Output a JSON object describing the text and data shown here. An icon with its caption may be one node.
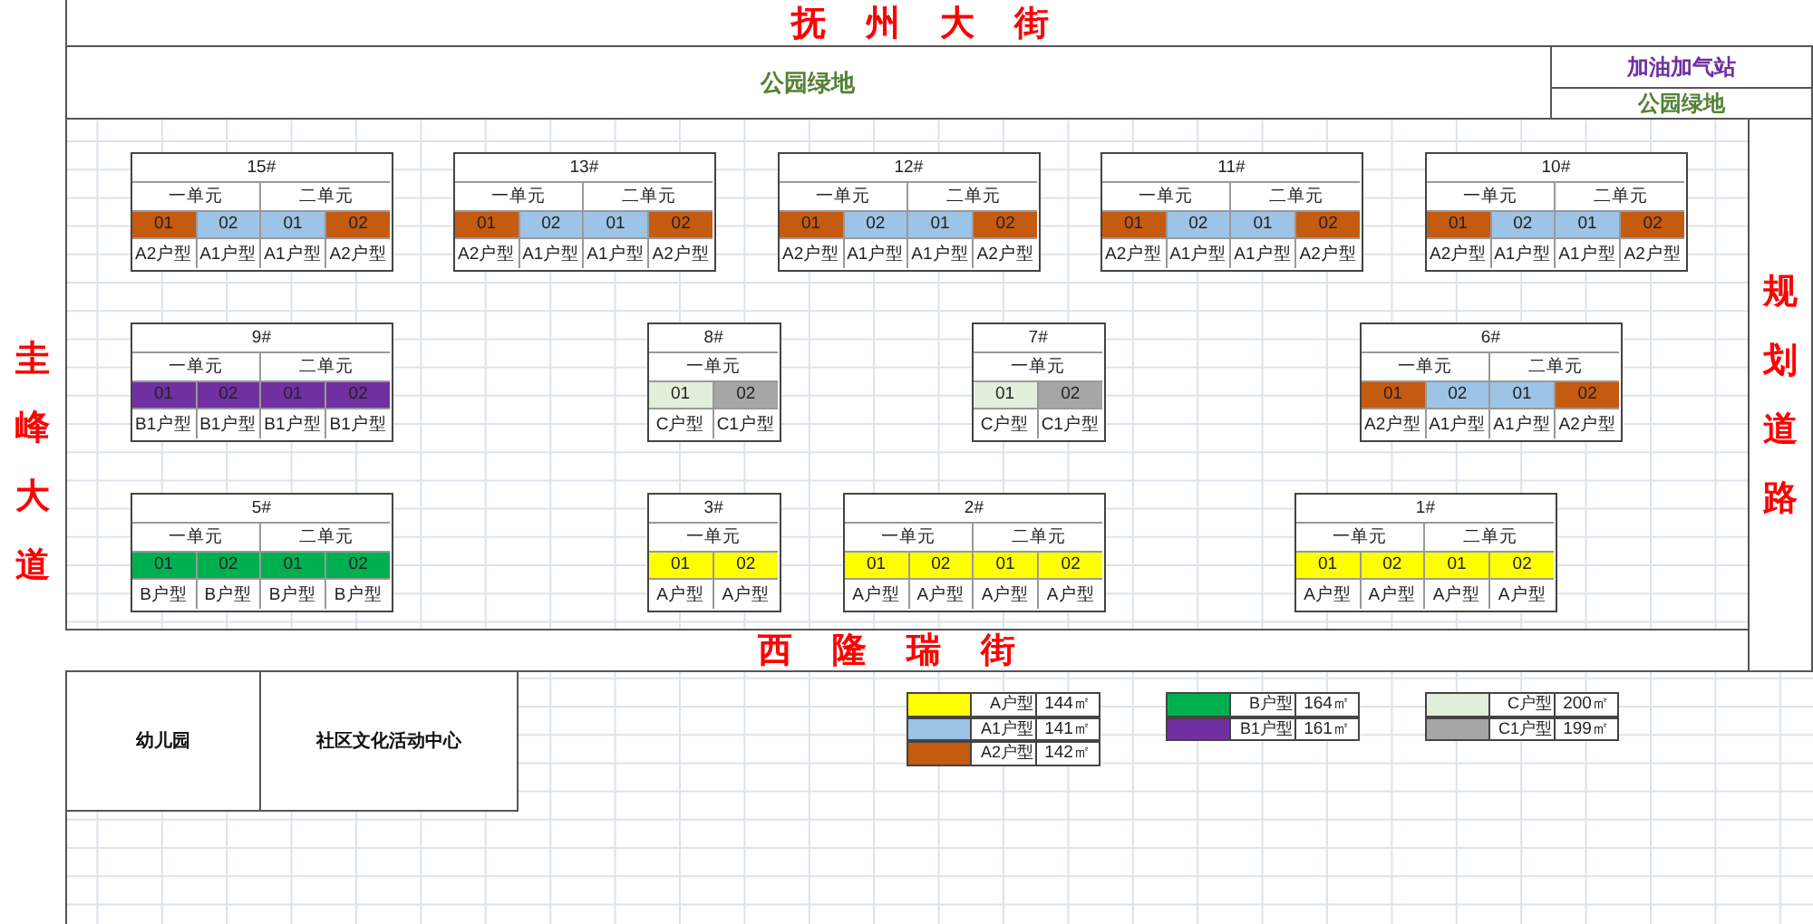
{
  "diagram": {
    "nodes": [
      {
        "text": [
          "抚州大街"
        ]
      },
      {
        "text": [
          "公园绿地"
        ]
      },
      {
        "text": [
          "加油加气站"
        ]
      },
      {
        "text": [
          "公园绿地"
        ]
      },
      {
        "text": [
          "圭峰大道"
        ]
      },
      {
        "text": [
          "15#",
          "一单元",
          "二单元",
          "01",
          "02",
          "01",
          "02",
          "A2户型",
          "A1户型",
          "A1户型",
          "A2户型"
        ]
      },
      {
        "text": [
          "13#",
          "一单元",
          "二单元",
          "01",
          "02",
          "01",
          "02",
          "A2户型",
          "A1户型",
          "A1户型",
          "A2户型"
        ]
      },
      {
        "text": [
          "12#",
          "一单元",
          "二单元",
          "01",
          "02",
          "01",
          "02",
          "A2户型",
          "A1户型",
          "A1户型",
          "A2户型"
        ]
      },
      {
        "text": [
          "11#",
          "一单元",
          "二单元",
          "01",
          "02",
          "01",
          "02",
          "A2户型",
          "A1户型",
          "A1户型",
          "A2户型"
        ]
      },
      {
        "text": [
          "10#",
          "一单元",
          "二单元",
          "01",
          "02",
          "01",
          "02",
          "A2户型",
          "A1户型",
          "A1户型",
          "A2户型"
        ]
      },
      {
        "text": [
          "规划道路"
        ]
      },
      {
        "text": [
          "9#",
          "一单元",
          "二单元",
          "01",
          "02",
          "01",
          "02",
          "B1户型",
          "B1户型",
          "B1户型",
          "B1户型"
        ]
      },
      {
        "text": [
          "8#",
          "一单元",
          "01",
          "02",
          "C户型",
          "C1户型"
        ]
      },
      {
        "text": [
          "7#",
          "一单元",
          "01",
          "02",
          "C户型",
          "C1户型"
        ]
      },
      {
        "text": [
          "6#",
          "一单元",
          "二单元",
          "01",
          "02",
          "01",
          "02",
          "A2户型",
          "A1户型",
          "A1户型",
          "A2户型"
        ]
      },
      {
        "text": [
          "5#",
          "一单元",
          "二单元",
          "01",
          "02",
          "01",
          "02",
          "B户型",
          "B户型",
          "B户型",
          "B户型"
        ]
      },
      {
        "text": [
          "3#",
          "一单元",
          "01",
          "02",
          "A户型",
          "A户型"
        ]
      },
      {
        "text": [
          "2#",
          "一单元",
          "二单元",
          "01",
          "02",
          "01",
          "02",
          "A户型",
          "A户型",
          "A户型",
          "A户型"
        ]
      },
      {
        "text": [
          "1#",
          "一单元",
          "二单元",
          "01",
          "02",
          "01",
          "02",
          "A户型",
          "A户型",
          "A户型",
          "A户型"
        ]
      },
      {
        "text": [
          "西隆瑞街"
        ]
      },
      {
        "text": [
          "幼儿园"
        ]
      },
      {
        "text": [
          "社区文化活动中心"
        ]
      }
    ],
    "labels": [
      "144㎡",
      "141㎡",
      "142㎡",
      "164㎡",
      "161㎡",
      "200㎡",
      "199㎡"
    ],
    "legend": [
      {
        "text": "A户型",
        "color": "#ffff00"
      },
      {
        "text": "A1户型",
        "color": "#9dc3e6"
      },
      {
        "text": "A2户型",
        "color": "#c55a11"
      },
      {
        "text": "B户型",
        "color": "#00b050"
      },
      {
        "text": "B1户型",
        "color": "#7030a0"
      },
      {
        "text": "C户型",
        "color": "#e2efda"
      },
      {
        "text": "C1户型",
        "color": "#a6a6a6"
      }
    ]
  }
}
